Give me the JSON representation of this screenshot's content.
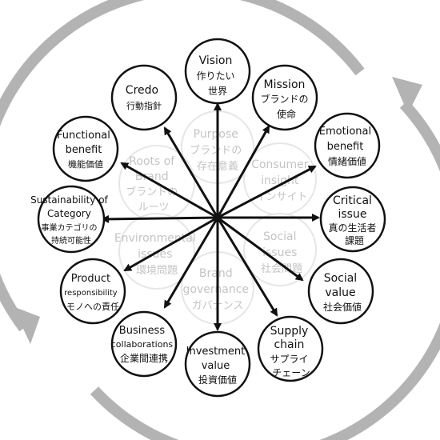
{
  "colors": {
    "ring": "#b3b3b3",
    "inner_circle_stroke": "#e6e6e6",
    "inner_text": "#c4c4c4",
    "outer_circle_stroke": "#111111",
    "text": "#111111",
    "arrow": "#111111"
  },
  "inner_nodes": [
    {
      "id": "purpose",
      "lines": [
        "Purpose",
        "ブランドの",
        "存在意義"
      ]
    },
    {
      "id": "roots",
      "lines": [
        "Roots of",
        "Brand",
        "ブランドの",
        "ルーツ"
      ]
    },
    {
      "id": "consumer",
      "lines": [
        "Consumer",
        "insight",
        "インサイト"
      ]
    },
    {
      "id": "environmental",
      "lines": [
        "Environmental",
        "issues",
        "環境問題"
      ]
    },
    {
      "id": "social-issues",
      "lines": [
        "Social",
        "issues",
        "社会問題"
      ]
    },
    {
      "id": "brand-governance",
      "lines": [
        "Brand",
        "governance",
        "ガバナンス"
      ]
    }
  ],
  "outer_nodes": [
    {
      "id": "vision",
      "lines": [
        "Vision",
        "作りたい",
        "世界"
      ]
    },
    {
      "id": "mission",
      "lines": [
        "Mission",
        "ブランドの",
        "使命"
      ]
    },
    {
      "id": "emotional-benefit",
      "lines": [
        "Emotional",
        "benefit",
        "情緒価値"
      ]
    },
    {
      "id": "critical-issue",
      "lines": [
        "Critical",
        "issue",
        "真の生活者",
        "課題"
      ]
    },
    {
      "id": "social-value",
      "lines": [
        "Social",
        "value",
        "社会価値"
      ]
    },
    {
      "id": "supply-chain",
      "lines": [
        "Supply",
        "chain",
        "サプライ",
        "チェーン"
      ]
    },
    {
      "id": "investment-value",
      "lines": [
        "Investment",
        "value",
        "投資価値"
      ]
    },
    {
      "id": "business-collaborations",
      "lines": [
        "Business",
        "collaborations",
        "企業間連携"
      ]
    },
    {
      "id": "product-responsibility",
      "lines": [
        "Product",
        "responsibility",
        "モノへの責任"
      ]
    },
    {
      "id": "sustainability-of-category",
      "lines": [
        "Sustainability of",
        "Category",
        "事業カテゴリの",
        "持続可能性"
      ]
    },
    {
      "id": "functional-benefit",
      "lines": [
        "Functional",
        "benefit",
        "機能価値"
      ]
    },
    {
      "id": "credo",
      "lines": [
        "Credo",
        "行動指針"
      ]
    }
  ]
}
